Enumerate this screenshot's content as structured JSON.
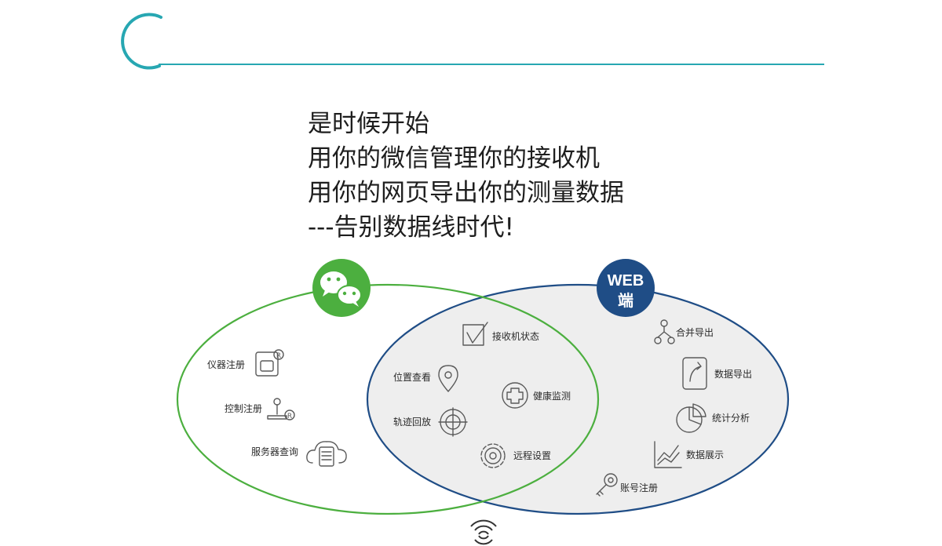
{
  "headline": {
    "line1": "是时候开始",
    "line2": "用你的微信管理你的接收机",
    "line3": "用你的网页导出你的测量数据",
    "line4": "---告别数据线时代!"
  },
  "badges": {
    "web_line1": "WEB",
    "web_line2": "端"
  },
  "colors": {
    "teal_accent": "#27a7b2",
    "wechat_green": "#4caf3f",
    "web_navy": "#1f4d86",
    "overlap_fill": "#eeeeee"
  },
  "wechat_features": {
    "device_register": "仪器注册",
    "control_register": "控制注册",
    "server_query": "服务器查询"
  },
  "shared_features": {
    "receiver_status": "接收机状态",
    "location_view": "位置查看",
    "health_monitor": "健康监测",
    "track_playback": "轨迹回放",
    "remote_settings": "远程设置"
  },
  "web_features": {
    "merge_export": "合并导出",
    "data_export": "数据导出",
    "statistics": "统计分析",
    "data_display": "数据展示",
    "account_register": "账号注册"
  }
}
